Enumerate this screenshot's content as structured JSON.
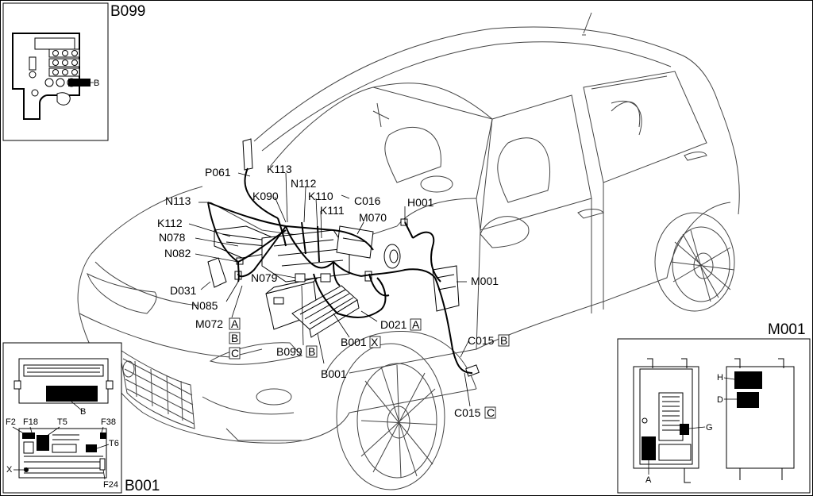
{
  "panels": {
    "b099": {
      "title": "B099",
      "pin": "B"
    },
    "b001": {
      "title": "B001",
      "pins": [
        "B",
        "F2",
        "F18",
        "T5",
        "F38",
        "T6",
        "X",
        "F24"
      ]
    },
    "m001": {
      "title": "M001",
      "pins": [
        "H",
        "D",
        "G",
        "A"
      ]
    }
  },
  "labels": [
    {
      "id": "P061",
      "text": "P061"
    },
    {
      "id": "K113",
      "text": "K113"
    },
    {
      "id": "N112",
      "text": "N112"
    },
    {
      "id": "K090",
      "text": "K090"
    },
    {
      "id": "K110",
      "text": "K110"
    },
    {
      "id": "C016",
      "text": "C016"
    },
    {
      "id": "N113",
      "text": "N113"
    },
    {
      "id": "H001",
      "text": "H001"
    },
    {
      "id": "K111",
      "text": "K111"
    },
    {
      "id": "M070",
      "text": "M070"
    },
    {
      "id": "K112",
      "text": "K112"
    },
    {
      "id": "N078",
      "text": "N078"
    },
    {
      "id": "N082",
      "text": "N082"
    },
    {
      "id": "N079",
      "text": "N079"
    },
    {
      "id": "M001",
      "text": "M001"
    },
    {
      "id": "D031",
      "text": "D031"
    },
    {
      "id": "N085",
      "text": "N085"
    },
    {
      "id": "M072",
      "text": "M072",
      "tag": "A"
    },
    {
      "id": "D021",
      "text": "D021",
      "tag": "A"
    },
    {
      "id": "B001X",
      "text": "B001",
      "tag": "X"
    },
    {
      "id": "C015B",
      "text": "C015",
      "tag": "B"
    },
    {
      "id": "B099B",
      "text": "B099",
      "tag": "B"
    },
    {
      "id": "B001",
      "text": "B001"
    },
    {
      "id": "C015C",
      "text": "C015",
      "tag": "C"
    }
  ],
  "m072_extra_tags": [
    "B",
    "C"
  ]
}
